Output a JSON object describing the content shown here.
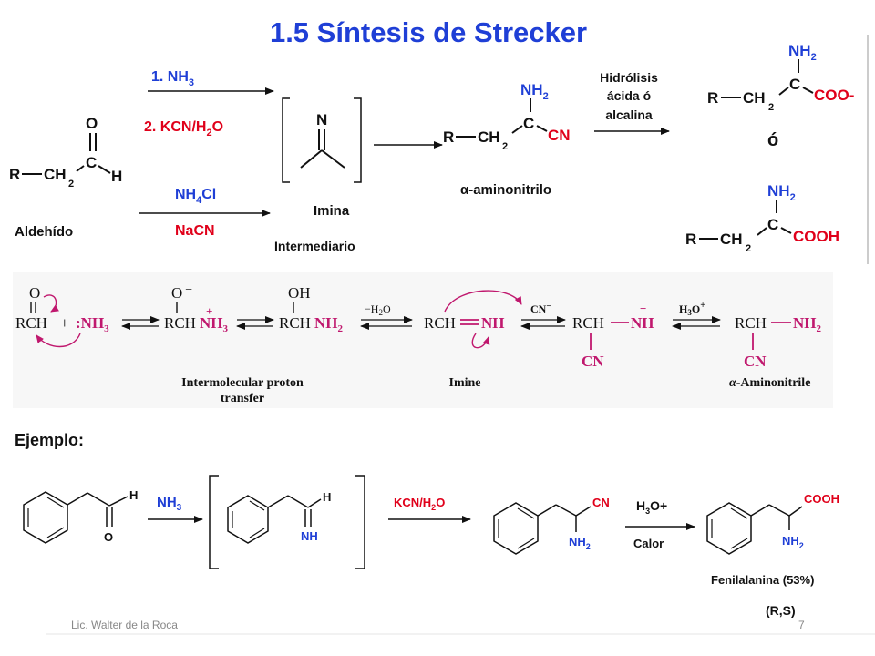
{
  "slide": {
    "title": "1.5 Síntesis de Strecker",
    "footer_author": "Lic. Walter de la Roca",
    "page_number": "7"
  },
  "scheme": {
    "aldehyde": {
      "O": "O",
      "C": "C",
      "H": "H",
      "R": "R",
      "CH": "CH",
      "sub2": "2",
      "label": "Aldehído"
    },
    "route1": {
      "step1": "1. NH",
      "step1_sub": "3",
      "step2": "2. KCN/H",
      "step2_sub": "2",
      "step2_end": "O"
    },
    "route2": {
      "reagent1": "NH",
      "reagent1_sub": "4",
      "reagent1_end": "Cl",
      "reagent2": "NaCN"
    },
    "imine": {
      "N": "N",
      "label": "Imina",
      "sublabel": "Intermediario"
    },
    "aminonitrile": {
      "NH": "NH",
      "sub2": "2",
      "C": "C",
      "R": "R",
      "CH": "CH",
      "CN": "CN",
      "label": "α-aminonitrilo"
    },
    "hydrolysis": {
      "line1": "Hidrólisis",
      "line2": "ácida ó",
      "line3": "alcalina"
    },
    "product_anion": {
      "NH": "NH",
      "sub2": "2",
      "C": "C",
      "R": "R",
      "CH": "CH",
      "COO": "COO-"
    },
    "or_word": "ó",
    "product_acid": {
      "NH": "NH",
      "sub2": "2",
      "C": "C",
      "R": "R",
      "CH": "CH",
      "COOH": "COOH"
    }
  },
  "mechanism": {
    "oxygen": "O",
    "rch": "RCH",
    "plus": "+",
    "colon": ":",
    "nh3": "NH",
    "sub3": "3",
    "o_minus": "O",
    "minus": "−",
    "oh": "OH",
    "nh2": "NH",
    "sub2": "2",
    "water_loss": "−H",
    "water_sub": "2",
    "water_end": "O",
    "nh": "NH",
    "cn_minus": "CN",
    "cn": "CN",
    "h3o": "H",
    "h3o_sub": "3",
    "h3o_end": "O",
    "label_proton1": "Intermolecular proton",
    "label_proton2": "transfer",
    "label_imine": "Imine",
    "label_alpha": "α",
    "label_aminonitrile": "-Aminonitrile"
  },
  "example": {
    "heading": "Ejemplo:",
    "aldehyde_h": "H",
    "aldehyde_o": "O",
    "reagent_nh3": "NH",
    "reagent_nh3_sub": "3",
    "imine_h": "H",
    "imine_nh": "NH",
    "reagent_kcn": "KCN/H",
    "reagent_kcn_sub": "2",
    "reagent_kcn_end": "O",
    "nitrile_cn": "CN",
    "nitrile_nh2": "NH",
    "nitrile_sub": "2",
    "reagent_h3o": "H",
    "reagent_h3o_sub": "3",
    "reagent_h3o_end": "O+",
    "reagent_heat": "Calor",
    "acid_cooh": "COOH",
    "acid_nh2": "NH",
    "acid_sub": "2",
    "product_name": "Fenilalanina (53%)",
    "stereo": "(R,S)"
  },
  "colors": {
    "title_blue": "#1f3fd6",
    "reagent_red": "#e0001a",
    "mechanism_magenta": "#c0186e",
    "mechanism_bg": "#f7f7f7"
  }
}
